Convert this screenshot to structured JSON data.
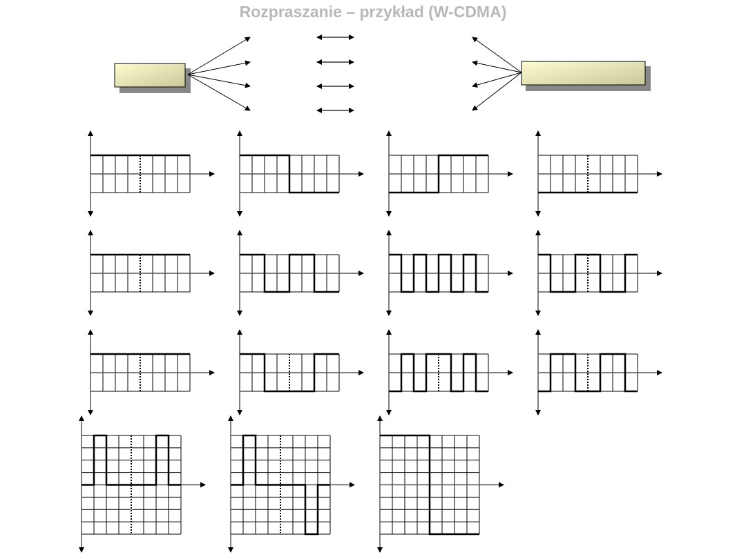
{
  "title": "Rozpraszanie – przykład (W-CDMA)",
  "colors": {
    "box_fill_light": "#fdfdd0",
    "box_fill_dark": "#c8c89a",
    "shadow": "#888888",
    "axis": "#555555",
    "title": "#b8b8b8"
  },
  "chart_data": [
    {
      "type": "line",
      "step": true,
      "values": [
        1,
        1,
        1,
        1,
        1,
        1,
        1,
        1
      ],
      "ylim": [
        -1,
        1
      ],
      "dotted_divider": true
    },
    {
      "type": "line",
      "step": true,
      "values": [
        1,
        1,
        1,
        1,
        -1,
        -1,
        -1,
        -1
      ],
      "ylim": [
        -1,
        1
      ],
      "dotted_divider": false
    },
    {
      "type": "line",
      "step": true,
      "values": [
        -1,
        -1,
        -1,
        -1,
        1,
        1,
        1,
        1
      ],
      "ylim": [
        -1,
        1
      ],
      "dotted_divider": false
    },
    {
      "type": "line",
      "step": true,
      "values": [
        -1,
        -1,
        -1,
        -1,
        -1,
        -1,
        -1,
        -1
      ],
      "ylim": [
        -1,
        1
      ],
      "dotted_divider": true
    },
    {
      "type": "line",
      "step": true,
      "values": [
        1,
        1,
        1,
        1,
        1,
        1,
        1,
        1
      ],
      "ylim": [
        -1,
        1
      ],
      "dotted_divider": true
    },
    {
      "type": "line",
      "step": true,
      "values": [
        1,
        1,
        -1,
        -1,
        1,
        1,
        -1,
        -1
      ],
      "ylim": [
        -1,
        1
      ],
      "dotted_divider": false
    },
    {
      "type": "line",
      "step": true,
      "values": [
        1,
        -1,
        1,
        -1,
        1,
        -1,
        1,
        -1
      ],
      "ylim": [
        -1,
        1
      ],
      "dotted_divider": false
    },
    {
      "type": "line",
      "step": true,
      "values": [
        1,
        -1,
        -1,
        1,
        1,
        -1,
        -1,
        1
      ],
      "ylim": [
        -1,
        1
      ],
      "dotted_divider": true
    },
    {
      "type": "line",
      "step": true,
      "values": [
        1,
        1,
        1,
        1,
        1,
        1,
        1,
        1
      ],
      "ylim": [
        -1,
        1
      ],
      "dotted_divider": true
    },
    {
      "type": "line",
      "step": true,
      "values": [
        1,
        1,
        -1,
        -1,
        -1,
        -1,
        1,
        1
      ],
      "ylim": [
        -1,
        1
      ],
      "dotted_divider": true
    },
    {
      "type": "line",
      "step": true,
      "values": [
        -1,
        1,
        -1,
        1,
        1,
        -1,
        1,
        -1
      ],
      "ylim": [
        -1,
        1
      ],
      "dotted_divider": true
    },
    {
      "type": "line",
      "step": true,
      "values": [
        -1,
        1,
        1,
        -1,
        -1,
        1,
        1,
        -1
      ],
      "ylim": [
        -1,
        1
      ],
      "dotted_divider": true
    },
    {
      "type": "line",
      "step": true,
      "values": [
        0,
        4,
        0,
        0,
        0,
        0,
        4,
        0
      ],
      "ylim": [
        -4,
        4
      ],
      "dotted_divider": true
    },
    {
      "type": "line",
      "step": true,
      "values": [
        0,
        4,
        0,
        0,
        0,
        0,
        -4,
        0
      ],
      "ylim": [
        -4,
        4
      ],
      "dotted_divider": true
    },
    {
      "type": "line",
      "step": true,
      "values": [
        4,
        4,
        4,
        4,
        -4,
        -4,
        -4,
        -4
      ],
      "ylim": [
        -4,
        4
      ],
      "dotted_divider": false
    }
  ]
}
